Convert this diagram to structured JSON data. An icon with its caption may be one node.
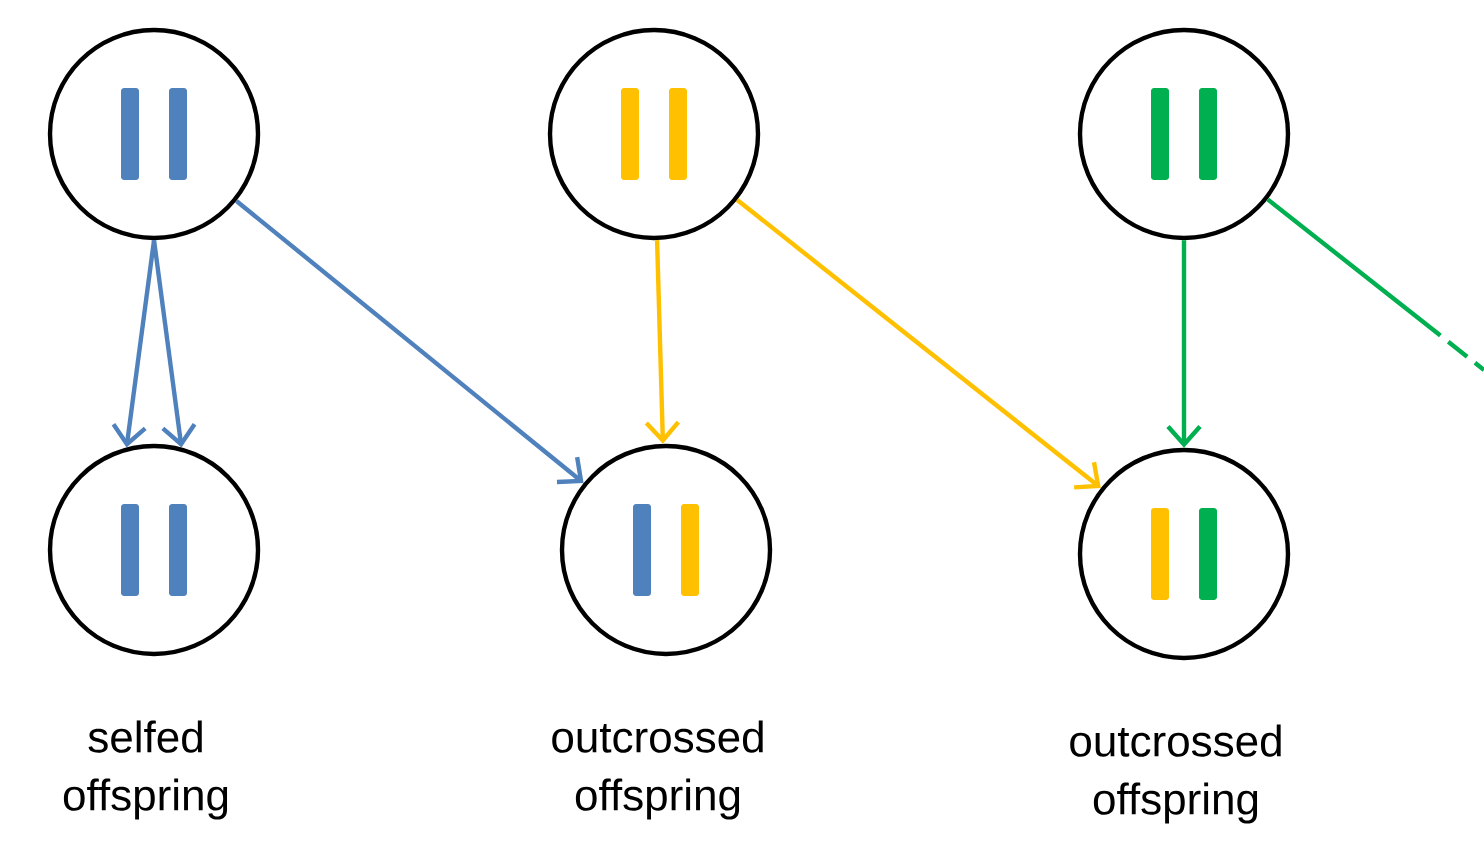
{
  "diagram": {
    "nodes": [
      {
        "text": [],
        "shape": "circle"
      },
      {
        "text": [],
        "shape": "circle"
      },
      {
        "text": [],
        "shape": "circle"
      },
      {
        "text": [],
        "shape": "circle",
        "beside": [
          "selfed offspring"
        ]
      },
      {
        "text": [],
        "shape": "circle",
        "beside": [
          "outcrossed offspring"
        ]
      },
      {
        "text": [],
        "shape": "circle",
        "beside": [
          "outcrossed offspring"
        ]
      }
    ],
    "edges": [
      {
        "from": 0,
        "to": 3,
        "arrow": "to",
        "color": "#4f81bd"
      },
      {
        "from": 0,
        "to": 3,
        "arrow": "to",
        "color": "#4f81bd"
      },
      {
        "from": 0,
        "to": 4,
        "arrow": "to",
        "color": "#4f81bd"
      },
      {
        "from": 1,
        "to": 4,
        "arrow": "to",
        "color": "#ffc000"
      },
      {
        "from": 1,
        "to": 5,
        "arrow": "to",
        "color": "#ffc000"
      },
      {
        "from": 2,
        "to": 5,
        "arrow": "to",
        "color": "#00b050"
      },
      {
        "from": 2,
        "to": null,
        "arrow": "none",
        "style": "dashed",
        "color": "#00b050"
      }
    ]
  }
}
